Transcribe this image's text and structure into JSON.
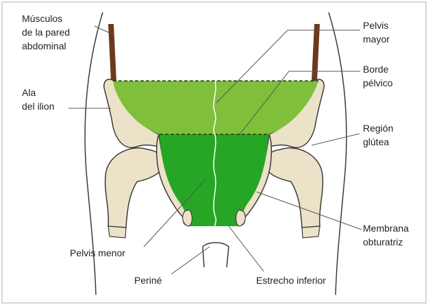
{
  "colors": {
    "pelvis_mayor": "#7fbf3a",
    "pelvis_menor": "#27a626",
    "bone_fill": "#ece2c8",
    "bone_stroke": "#3a3a3a",
    "muscle": "#6b3a1e",
    "leader": "#555555",
    "frame": "#d8d8d8"
  },
  "labels": {
    "musculos_line1": "Músculos",
    "musculos_line2": "de la pared",
    "musculos_line3": "abdominal",
    "ala_line1": "Ala",
    "ala_line2": "del ilion",
    "pelvis_mayor_line1": "Pelvis",
    "pelvis_mayor_line2": "mayor",
    "borde_line1": "Borde",
    "borde_line2": "pélvico",
    "region_line1": "Región",
    "region_line2": "glútea",
    "membrana_line1": "Membrana",
    "membrana_line2": "obturatriz",
    "pelvis_menor": "Pelvis menor",
    "perine": "Periné",
    "estrecho": "Estrecho inferior"
  }
}
